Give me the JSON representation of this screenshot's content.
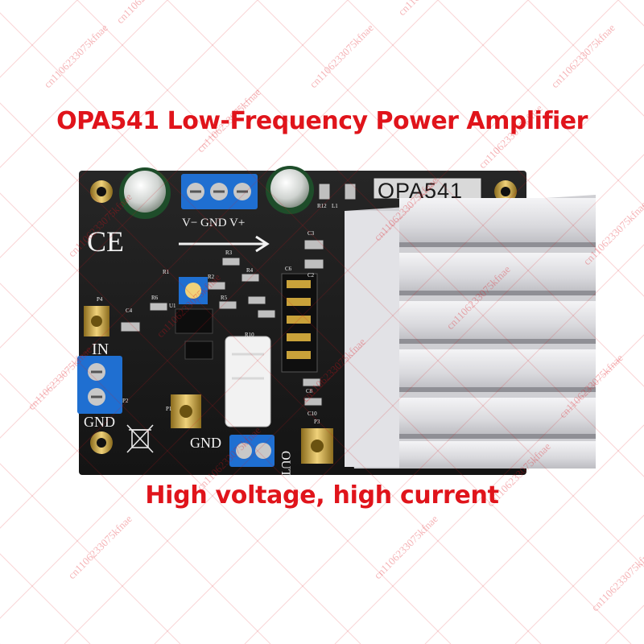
{
  "headline": "OPA541 Low-Frequency Power Amplifier",
  "subline": "High voltage, high current",
  "board": {
    "chip_label": "OPA541",
    "silk_power": "V− GND V+",
    "silk_in": "IN",
    "silk_gnd_left": "GND",
    "silk_gnd_mid": "GND",
    "silk_out": "OUT",
    "logo_ce": "CE",
    "refdes": [
      "P4",
      "C4",
      "R6",
      "R1",
      "U1",
      "R2",
      "R3",
      "R4",
      "R5",
      "R10",
      "C3",
      "C2",
      "R12",
      "L1",
      "P2",
      "P1",
      "P3",
      "C10",
      "C6",
      "C8"
    ]
  },
  "watermark": "cn1106233075kfnae",
  "colors": {
    "headline": "#e0141b",
    "pcb": "#1b1b1b",
    "terminal": "#1f6fd1",
    "heatsink": "#e8e8ea",
    "gold": "#c9a23a"
  }
}
